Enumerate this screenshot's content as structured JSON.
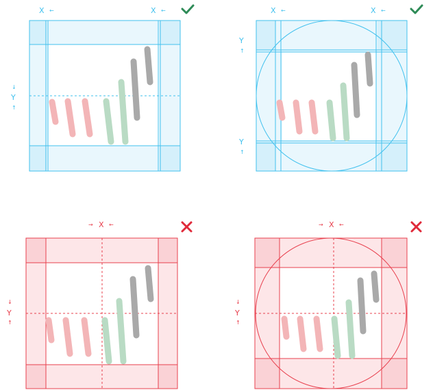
{
  "colors": {
    "good_stroke": "#41c1ee",
    "good_fill": "#e9f7fd",
    "good_corner": "#d5f0fb",
    "bad_stroke": "#e8404e",
    "bad_fill": "#fde6e8",
    "bad_corner": "#fad2d6",
    "check": "#2e8b57",
    "cross": "#e02a3a",
    "mark_red": "#f3b5b7",
    "mark_green": "#b9dbc4",
    "mark_gray": "#a9a9a9"
  },
  "panels": [
    {
      "verdict": "correct",
      "verdict_icon": "check-icon",
      "x_label": "X",
      "x_arrow": "←",
      "y_label": "Y",
      "y_arrow_top": "↓",
      "y_arrow_bottom": "↑"
    },
    {
      "verdict": "correct",
      "verdict_icon": "check-icon",
      "x_label": "X",
      "x_arrow": "←",
      "y_label": "Y",
      "y_arrow": "↑"
    },
    {
      "verdict": "incorrect",
      "verdict_icon": "cross-icon",
      "x_label": "X",
      "x_arrow_left": "→",
      "x_arrow_right": "←",
      "y_label": "Y",
      "y_arrow_top": "↓",
      "y_arrow_bottom": "↑"
    },
    {
      "verdict": "incorrect",
      "verdict_icon": "cross-icon",
      "x_label": "X",
      "x_arrow_left": "→",
      "x_arrow_right": "←",
      "y_label": "Y",
      "y_arrow_top": "↓",
      "y_arrow_bottom": "↑"
    }
  ]
}
